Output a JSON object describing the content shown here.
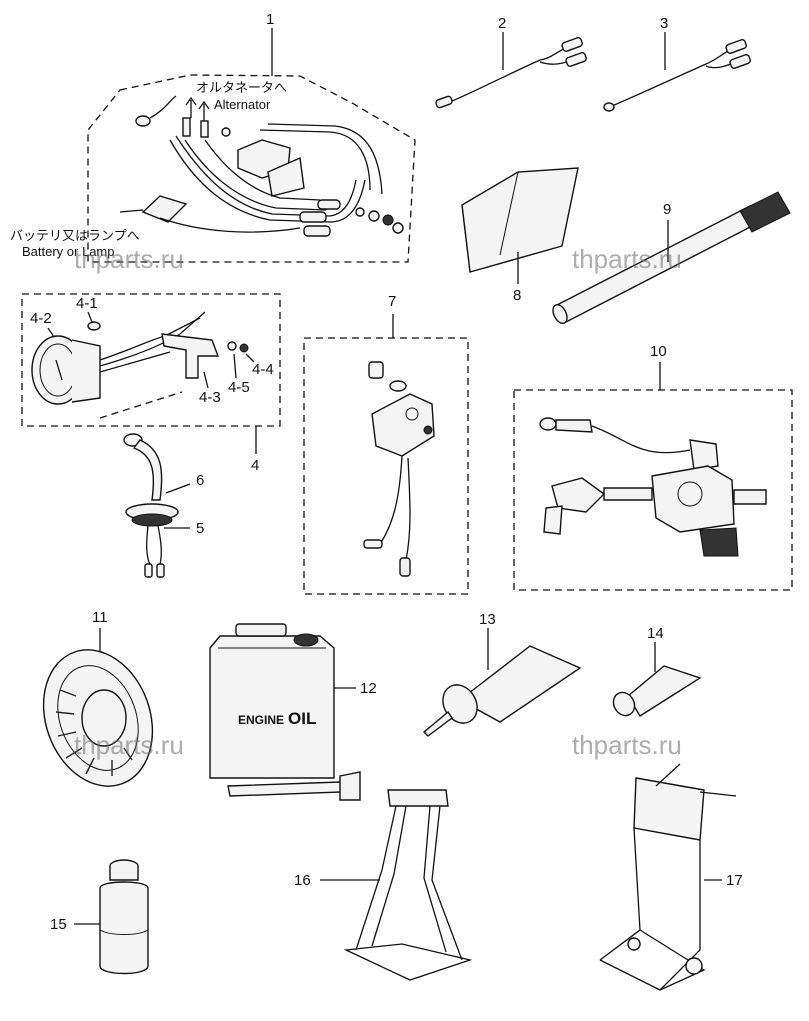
{
  "callouts": {
    "c1": "1",
    "c2": "2",
    "c3": "3",
    "c4": "4",
    "c4_1": "4-1",
    "c4_2": "4-2",
    "c4_3": "4-3",
    "c4_4": "4-4",
    "c4_5": "4-5",
    "c5": "5",
    "c6": "6",
    "c7": "7",
    "c8": "8",
    "c9": "9",
    "c10": "10",
    "c11": "11",
    "c12": "12",
    "c13": "13",
    "c14": "14",
    "c15": "15",
    "c16": "16",
    "c17": "17"
  },
  "annotations": {
    "alternator_jp": "オルタネータへ",
    "alternator_en": "Alternator",
    "battery_jp": "バッテリ又はランプへ",
    "battery_en": "Battery or Lamp"
  },
  "product_label": {
    "engine": "ENGINE",
    "oil": "OIL"
  },
  "watermarks": [
    "thparts.ru",
    "thparts.ru",
    "thparts.ru",
    "thparts.ru"
  ]
}
